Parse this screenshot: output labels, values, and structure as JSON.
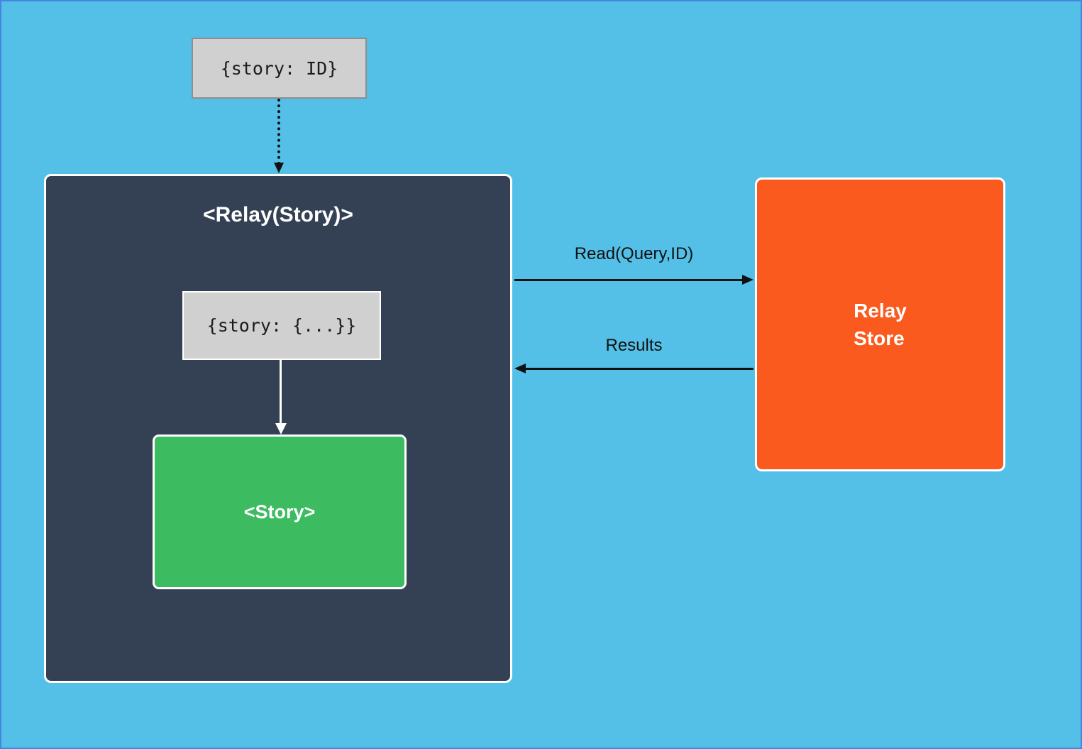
{
  "diagram": {
    "query_box": {
      "label": "{story: ID}"
    },
    "relay_container": {
      "title": "<Relay(Story)>"
    },
    "props_box": {
      "label": "{story: {...}}"
    },
    "story_box": {
      "label": "<Story>"
    },
    "store_box": {
      "line1": "Relay",
      "line2": "Store"
    },
    "arrows": {
      "read_label": "Read(Query,ID)",
      "results_label": "Results"
    },
    "colors": {
      "background": "#54C0E8",
      "page_border": "#4485E1",
      "container": "#344154",
      "story_green": "#3DBB61",
      "store_orange": "#FB5A1E",
      "code_box_gray": "#D0D0D0",
      "code_box_border": "#8E8E8E",
      "arrow_black": "#111111",
      "text_white": "#FFFFFF"
    }
  }
}
